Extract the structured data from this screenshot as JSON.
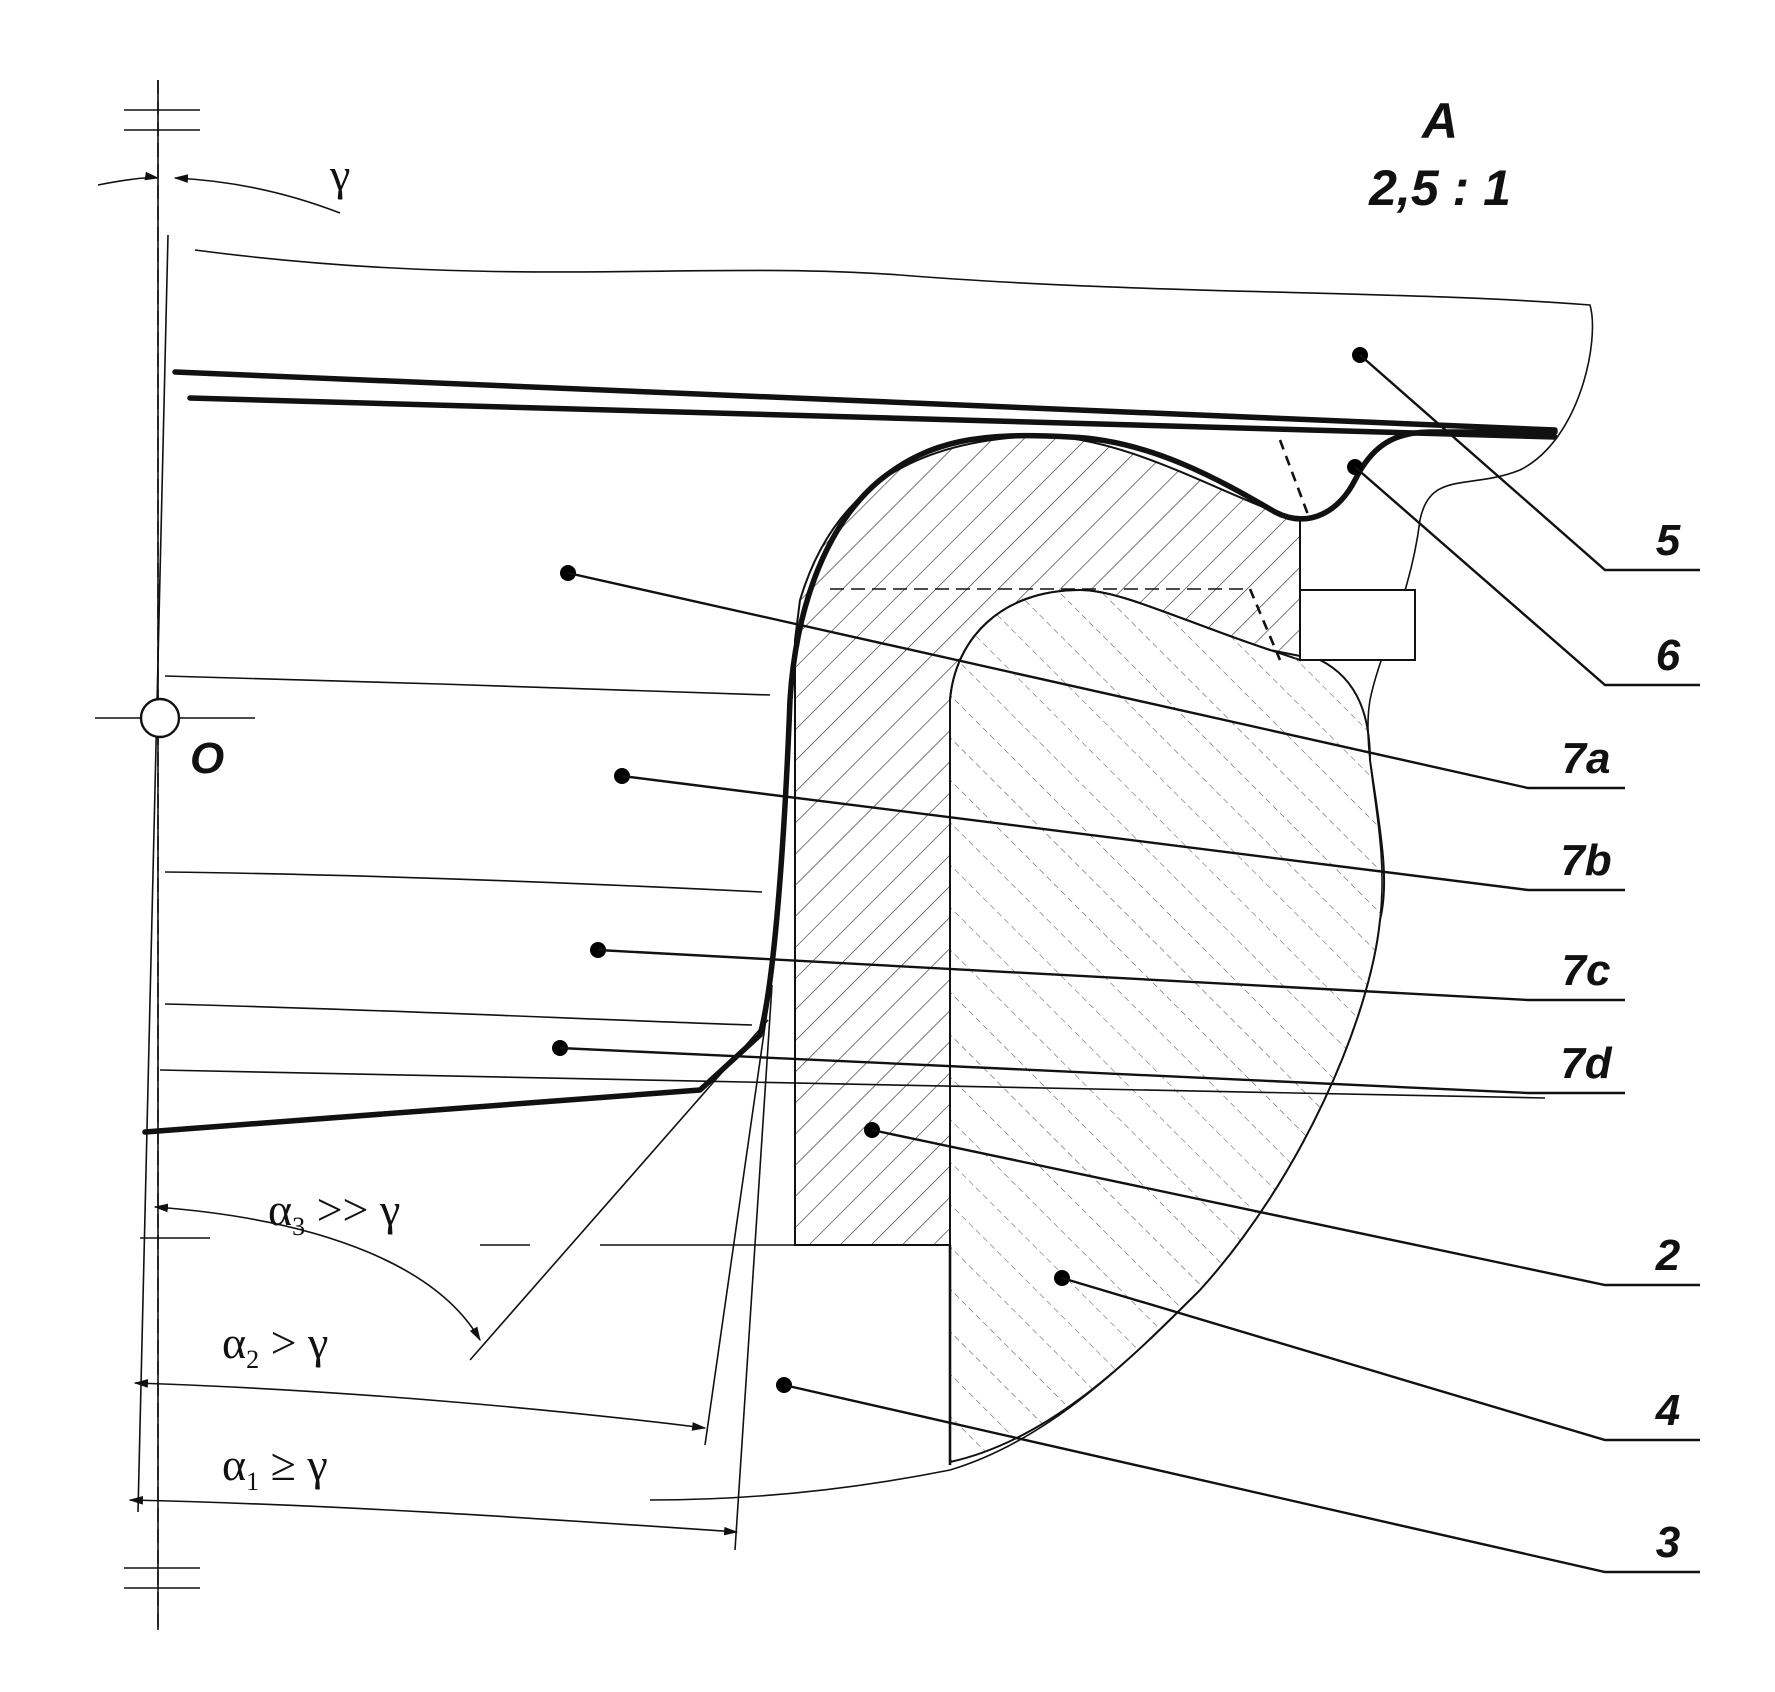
{
  "view": {
    "label": "A",
    "scale": "2,5 : 1"
  },
  "origin": "O",
  "angles": {
    "gamma": "γ",
    "a3": {
      "base": "α",
      "sub": "3",
      "rel": " >> γ"
    },
    "a2": {
      "base": "α",
      "sub": "2",
      "rel": " > γ"
    },
    "a1": {
      "base": "α",
      "sub": "1",
      "rel": " ≥ γ"
    }
  },
  "refs": [
    "5",
    "6",
    "7a",
    "7b",
    "7c",
    "7d",
    "2",
    "4",
    "3"
  ],
  "colors": {
    "ink": "#111111",
    "paper": "#ffffff"
  }
}
